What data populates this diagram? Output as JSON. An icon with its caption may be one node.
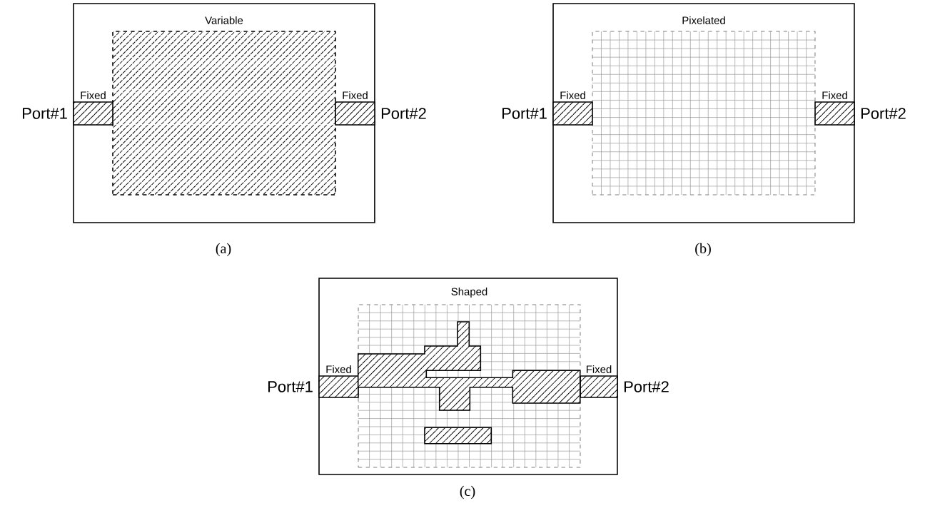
{
  "diagram": {
    "nodes": [
      {
        "text": [],
        "shape": "box"
      },
      {
        "text": [
          "Variable"
        ],
        "in": 0
      },
      {
        "text": [
          "Fixed"
        ],
        "in": 0,
        "beside": [
          "Port#1"
        ]
      },
      {
        "text": [
          "Fixed"
        ],
        "in": 0,
        "beside": [
          "Port#2"
        ]
      },
      {
        "text": [],
        "shape": "box"
      },
      {
        "text": [
          "Pixelated"
        ],
        "in": 4
      },
      {
        "text": [
          "Fixed"
        ],
        "in": 4,
        "beside": [
          "Port#1"
        ]
      },
      {
        "text": [
          "Fixed"
        ],
        "in": 4,
        "beside": [
          "Port#2"
        ]
      },
      {
        "text": [],
        "shape": "box"
      },
      {
        "text": [
          "Shaped"
        ],
        "in": 8
      },
      {
        "text": [
          "Fixed"
        ],
        "in": 8,
        "beside": [
          "Port#1"
        ]
      },
      {
        "text": [
          "Fixed"
        ],
        "in": 8,
        "beside": [
          "Port#2"
        ]
      },
      {
        "text": [],
        "shape": "polygon",
        "in": 9
      },
      {
        "text": [],
        "shape": "bar",
        "in": 9
      }
    ],
    "labels": [
      "(a)",
      "(b)",
      "(c)"
    ]
  }
}
